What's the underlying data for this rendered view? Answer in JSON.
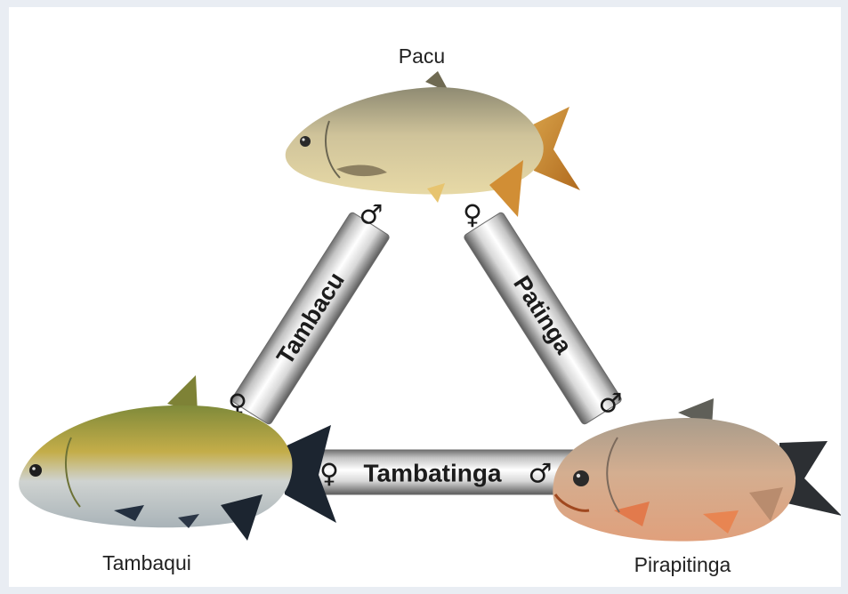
{
  "nodes": {
    "top": "Pacu",
    "left": "Tambaqui",
    "right": "Pirapitinga"
  },
  "hybrids": {
    "left_side": "Tambacu",
    "right_side": "Patinga",
    "bottom_side": "Tambatinga"
  },
  "symbols": {
    "male": "♂",
    "female": "♀"
  },
  "colors": {
    "pacu_body": "#c9b98a",
    "pacu_fin": "#e0a640",
    "tambaqui_back": "#a8a24a",
    "tambaqui_belly": "#d8dde0",
    "tambaqui_fin": "#1c2530",
    "pirapitinga_body": "#d3aa8a",
    "pirapitinga_fin": "#e27a4c",
    "bar_metal": "#b9b9b9"
  }
}
